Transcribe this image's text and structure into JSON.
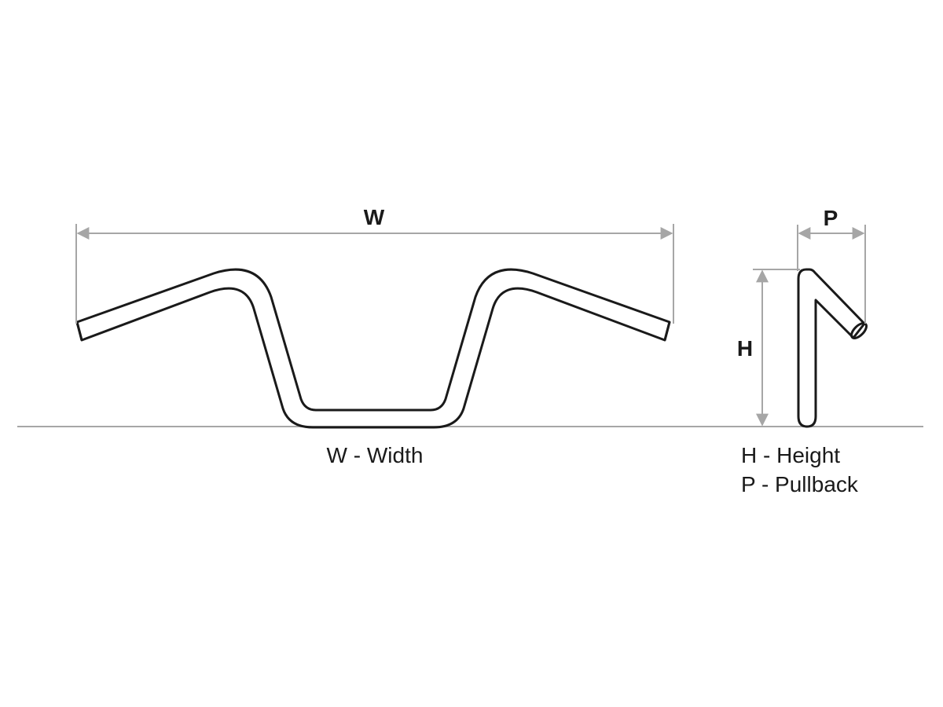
{
  "labels": {
    "width_letter": "W",
    "height_letter": "H",
    "pullback_letter": "P"
  },
  "legend": {
    "width": "W - Width",
    "height": "H - Height",
    "pullback": "P - Pullback"
  },
  "colors": {
    "tube_outline": "#1a1a1a",
    "dimension_lines": "#a6a6a6",
    "ground_line": "#a6a6a6",
    "text": "#1a1a1a"
  }
}
